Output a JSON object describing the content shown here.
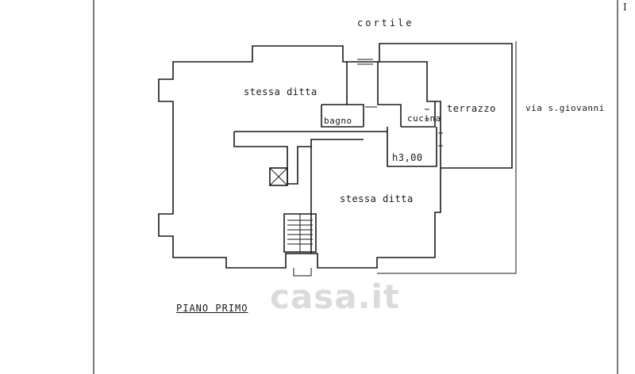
{
  "labels": {
    "cortile": "cortile",
    "via": "via s.giovanni",
    "stessa_ditta_upper": "stessa ditta",
    "stessa_ditta_lower": "stessa ditta",
    "terrazzo": "terrazzo",
    "cucina": "cucina",
    "bagno": "bagno",
    "height": "h3,00",
    "floor": "PIANO PRIMO",
    "corner_mark": "I"
  },
  "watermark": {
    "text": "casa.it"
  },
  "colors": {
    "line": "#1a1a1a",
    "background": "#ffffff",
    "watermark": "#bebebe"
  }
}
